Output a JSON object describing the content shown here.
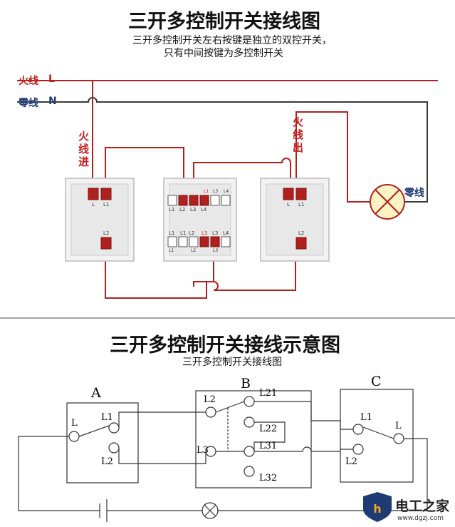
{
  "top": {
    "title": "三开多控制开关接线图",
    "subtitle_line1": "三开多控制开关左右按键是独立的双控开关，",
    "subtitle_line2": "只有中间按键为多控制开关",
    "live_label": "火线",
    "live_letter": "L",
    "neutral_label": "零线",
    "neutral_letter": "N",
    "live_in": [
      "火",
      "线",
      "进"
    ],
    "live_out": [
      "火",
      "线",
      "出"
    ],
    "lamp_neutral": "零线",
    "left_switch": {
      "t1": "L",
      "t2": "L1",
      "b": "L2"
    },
    "right_switch": {
      "t1": "L",
      "t2": "L1",
      "b": "L2"
    },
    "mid_switch": {
      "top_labels": [
        "L1",
        "L2",
        "L3",
        "L4"
      ],
      "bottom_labels": [
        "L1",
        "L1",
        "L2",
        "L3",
        "L3",
        "L4"
      ],
      "small_top": [
        "L1",
        "L3",
        "L4"
      ],
      "small_bot": [
        "L1",
        "L2",
        "L3"
      ]
    }
  },
  "bottom": {
    "title": "三开多控制开关接线示意图",
    "subtitle": "三开多控制开关接线图",
    "box_a": "A",
    "box_b": "B",
    "box_c": "C",
    "a_labels": {
      "l": "L",
      "l1": "L1",
      "l2": "L2"
    },
    "b_labels": {
      "l2": "L2",
      "l3": "L3",
      "l21": "L21",
      "l22": "L22",
      "l31": "L31",
      "l32": "L32"
    },
    "c_labels": {
      "l": "L",
      "l1": "L1",
      "l2": "L2"
    }
  },
  "watermark": {
    "name": "电工之家",
    "url": "www.dgzj.com"
  },
  "colors": {
    "wire_red": "#b0201e",
    "wire_dark": "#3a3a3a",
    "label_red": "#c81e1e",
    "label_blue": "#1f3b73"
  }
}
